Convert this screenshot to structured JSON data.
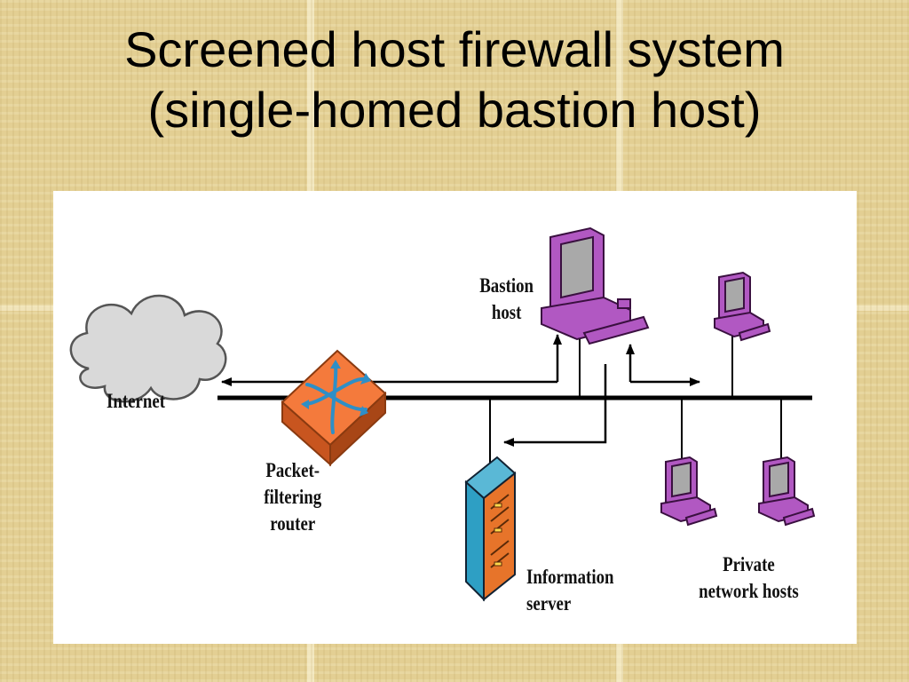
{
  "title": {
    "line1": "Screened host firewall system",
    "line2": "(single-homed bastion host)"
  },
  "diagram": {
    "nodes": {
      "internet": {
        "label": "Internet",
        "icon": "cloud-icon"
      },
      "router": {
        "label_lines": [
          "Packet-",
          "filtering",
          "router"
        ],
        "icon": "router-icon"
      },
      "bastion": {
        "label_lines": [
          "Bastion",
          "host"
        ],
        "icon": "workstation-icon"
      },
      "info_server": {
        "label_lines": [
          "Information",
          "server"
        ],
        "icon": "server-tower-icon"
      },
      "private_hosts": {
        "label_lines": [
          "Private",
          "network hosts"
        ],
        "icon": "workstation-icon"
      }
    },
    "colors": {
      "cloud": "#d7d7d7",
      "router": "#f47a3c",
      "workstation": "#b158c2",
      "server": "#2e9fc4",
      "server_side": "#e7742a",
      "line": "#000000"
    }
  }
}
